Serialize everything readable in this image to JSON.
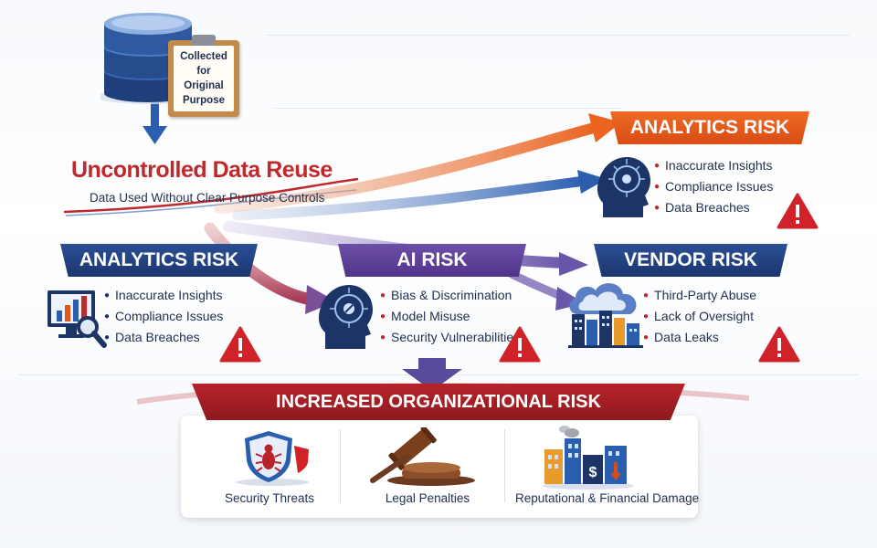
{
  "source": {
    "clipboard_lines": [
      "Collected",
      "for",
      "Original",
      "Purpose"
    ],
    "title": "Uncontrolled Data Reuse",
    "subtitle": "Data Used Without Clear Purpose Controls"
  },
  "risks": {
    "analytics_top": {
      "label": "ANALYTICS RISK",
      "items": [
        "Inaccurate Insights",
        "Compliance Issues",
        "Data Breaches"
      ],
      "icon": "ai-head-icon"
    },
    "analytics_left": {
      "label": "ANALYTICS RISK",
      "items": [
        "Inaccurate Insights",
        "Compliance Issues",
        "Data Breaches"
      ],
      "icon": "analytics-monitor-icon"
    },
    "ai": {
      "label": "AI RISK",
      "items": [
        "Bias & Discrimination",
        "Model Misuse",
        "Security Vulnerabilities"
      ],
      "icon": "ai-head-icon"
    },
    "vendor": {
      "label": "VENDOR RISK",
      "items": [
        "Third-Party Abuse",
        "Lack of Oversight",
        "Data Leaks"
      ],
      "icon": "cloud-city-icon"
    }
  },
  "outcome": {
    "title": "INCREASED ORGANIZATIONAL RISK",
    "impacts": [
      {
        "label": "Security Threats",
        "icon": "bug-shield-icon"
      },
      {
        "label": "Legal Penalties",
        "icon": "gavel-icon"
      },
      {
        "label": "Reputational & Financial Damage",
        "icon": "damaged-buildings-icon"
      }
    ]
  },
  "colors": {
    "red": "#c0282c",
    "navy": "#1c3670",
    "purple": "#51348a",
    "orange": "#e4561a",
    "blue": "#2a5fb0"
  }
}
